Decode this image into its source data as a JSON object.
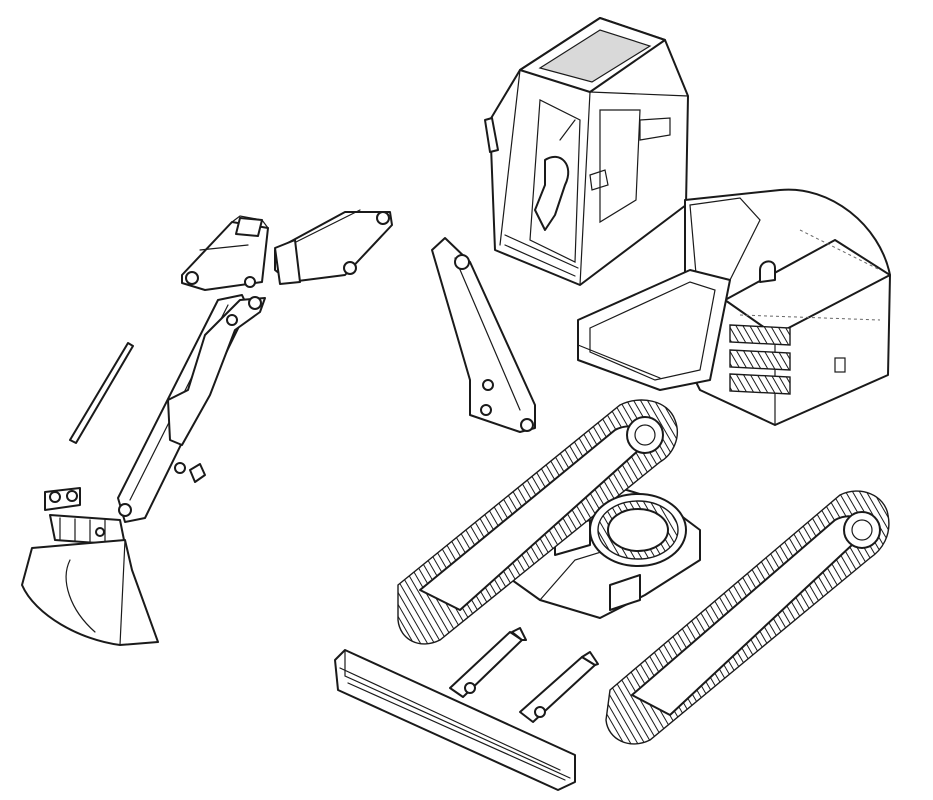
{
  "figure": {
    "components": [
      "operator-cab",
      "engine-cover",
      "boom",
      "arm",
      "boom-foot-bracket",
      "swing-bracket",
      "bucket",
      "bucket-linkage",
      "bucket-cylinder-rod",
      "hydraulic-cylinder",
      "undercarriage-frame",
      "crawler-track-left",
      "crawler-track-right",
      "slewing-ring",
      "dozer-blade",
      "blade-arm"
    ]
  }
}
